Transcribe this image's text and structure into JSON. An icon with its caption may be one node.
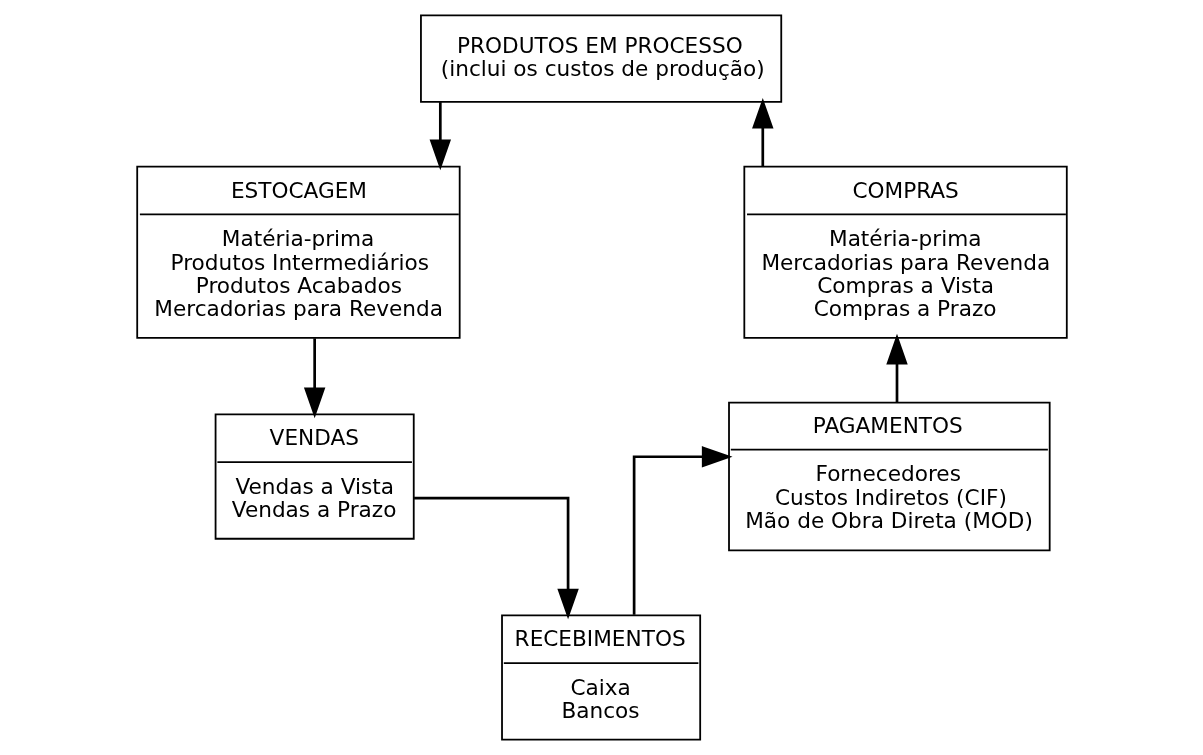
{
  "diagram": {
    "nodes": [
      {
        "text": [
          "PRODUTOS EM PROCESSO",
          "(inclui os custos de produção)"
        ]
      },
      {
        "text": [
          "ESTOCAGEM",
          "Matéria-prima",
          "Produtos Intermediários",
          "Produtos Acabados",
          "Mercadorias para Revenda"
        ]
      },
      {
        "text": [
          "VENDAS",
          "Vendas a Vista",
          "Vendas a Prazo"
        ]
      },
      {
        "text": [
          "RECEBIMENTOS",
          "Caixa",
          "Bancos"
        ]
      },
      {
        "text": [
          "PAGAMENTOS",
          "Fornecedores",
          "Custos Indiretos (CIF)",
          "Mão de Obra Direta (MOD)"
        ]
      },
      {
        "text": [
          "COMPRAS",
          "Matéria-prima",
          "Mercadorias para Revenda",
          "Compras a Vista",
          "Compras a Prazo"
        ]
      }
    ],
    "edges": [
      {
        "from": 0,
        "to": 1,
        "arrow": "to"
      },
      {
        "from": 1,
        "to": 2,
        "arrow": "to"
      },
      {
        "from": 2,
        "to": 3,
        "arrow": "to"
      },
      {
        "from": 3,
        "to": 4,
        "arrow": "to"
      },
      {
        "from": 4,
        "to": 5,
        "arrow": "to"
      },
      {
        "from": 5,
        "to": 0,
        "arrow": "to"
      }
    ]
  }
}
